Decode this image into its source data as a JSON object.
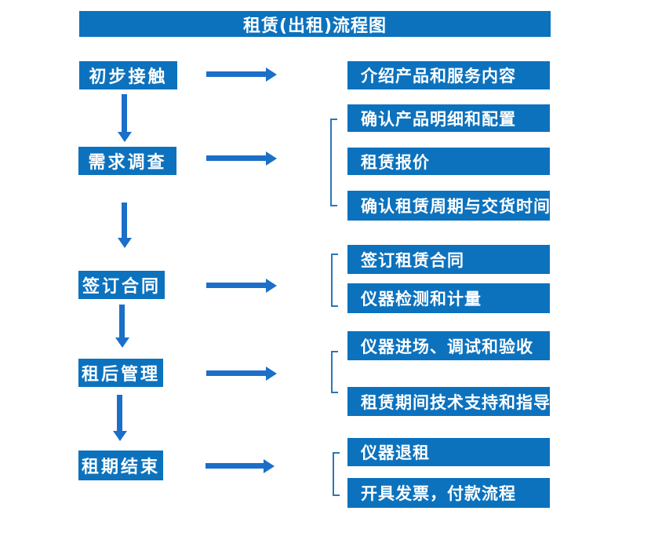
{
  "diagram": {
    "title": "租赁(出租)流程图",
    "colors": {
      "box_blue": "#0C72BE",
      "arrow_blue": "#1B6FC8",
      "bracket_blue": "#2E75B6",
      "text_white": "#FFFFFF",
      "background": "#FFFFFF"
    },
    "steps": [
      {
        "label": "初步接触",
        "details": [
          "介绍产品和服务内容"
        ]
      },
      {
        "label": "需求调查",
        "details": [
          "确认产品明细和配置",
          "租赁报价",
          "确认租赁周期与交货时间"
        ]
      },
      {
        "label": "签订合同",
        "details": [
          "签订租赁合同",
          "仪器检测和计量"
        ]
      },
      {
        "label": "租后管理",
        "details": [
          "仪器进场、调试和验收",
          "租赁期间技术支持和指导"
        ]
      },
      {
        "label": "租期结束",
        "details": [
          "仪器退租",
          "开具发票，付款流程"
        ]
      }
    ]
  }
}
